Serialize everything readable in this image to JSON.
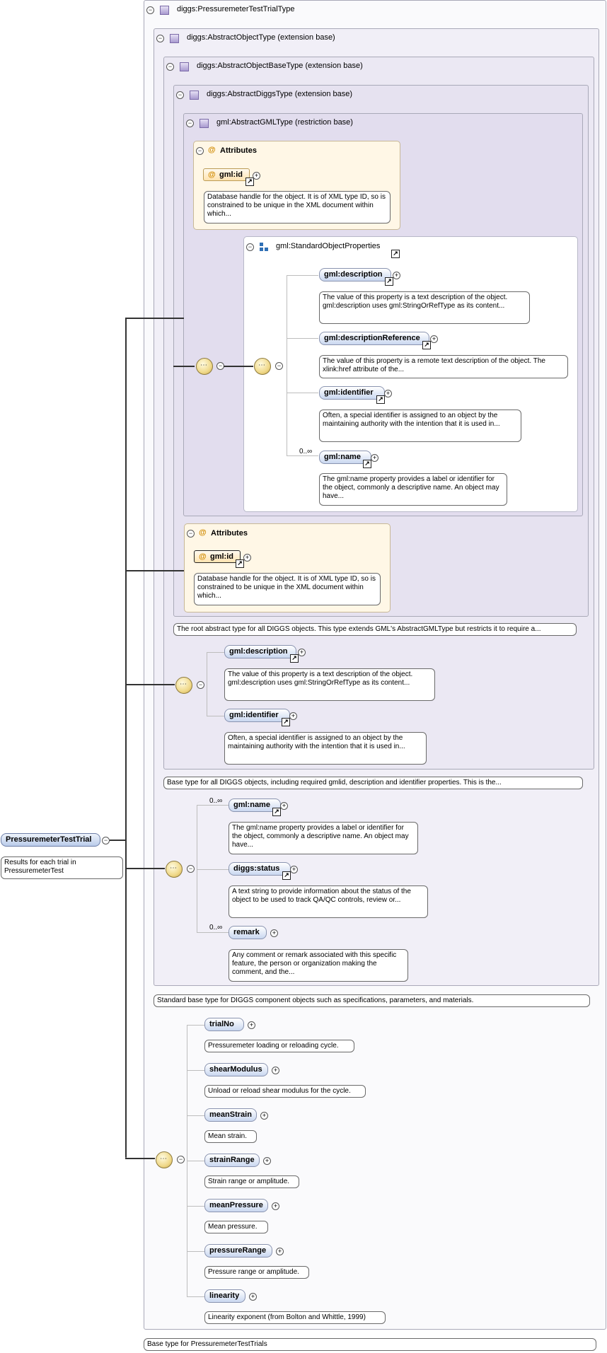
{
  "root": {
    "name": "PressuremeterTestTrial",
    "doc": "Results for each trial in PressuremeterTest"
  },
  "types": {
    "trialType": "diggs:PressuremeterTestTrialType",
    "abstractObject": "diggs:AbstractObjectType (extension base)",
    "abstractObjectBase": "diggs:AbstractObjectBaseType (extension base)",
    "abstractDiggs": "diggs:AbstractDiggsType (extension base)",
    "abstractGML": "gml:AbstractGMLType (restriction base)"
  },
  "attributes_label": "Attributes",
  "gml_attr1": {
    "name": "gml:id",
    "doc": "Database handle for the object. It is of XML type ID, so is constrained to be unique in the XML document within which..."
  },
  "standardProps": {
    "title": "gml:StandardObjectProperties",
    "items": [
      {
        "name": "gml:description",
        "doc": "The value of this property is a text description of the object. gml:description uses gml:StringOrRefType as its content..."
      },
      {
        "name": "gml:descriptionReference",
        "doc": "The value of this property is a remote text description of the object. The xlink:href attribute of the..."
      },
      {
        "name": "gml:identifier",
        "doc": "Often, a special identifier is assigned to an object by the maintaining authority with the intention that it is used in..."
      },
      {
        "name": "gml:name",
        "card": "0..∞",
        "doc": "The gml:name property provides a label or identifier for the object, commonly a descriptive name. An object may have..."
      }
    ]
  },
  "gml_attr2": {
    "name": "gml:id",
    "doc": "Database handle for the object. It is of XML type ID, so is constrained to be unique in the XML document within which..."
  },
  "diggsDoc": "The root abstract type for all DIGGS objects. This type extends GML's AbstractGMLType but restricts it to require a...",
  "baseSeq": [
    {
      "name": "gml:description",
      "doc": "The value of this property is a text description of the object. gml:description uses gml:StringOrRefType as its content..."
    },
    {
      "name": "gml:identifier",
      "doc": "Often, a special identifier is assigned to an object by the maintaining authority with the intention that it is used in..."
    }
  ],
  "baseDoc": "Base type for all DIGGS objects, including required gmlid, description and identifier properties. This is the...",
  "objSeq": [
    {
      "name": "gml:name",
      "card": "0..∞",
      "doc": "The gml:name property provides a label or identifier for the object, commonly a descriptive name. An object may have..."
    },
    {
      "name": "diggs:status",
      "doc": "A text string to provide information about the status of the object to be used to track QA/QC controls, review or..."
    },
    {
      "name": "remark",
      "card": "0..∞",
      "doc": "Any comment or remark associated with this specific feature, the person or organization making the comment, and the..."
    }
  ],
  "objDoc": "Standard base type for DIGGS component objects such as specifications, parameters, and materials.",
  "trialSeq": [
    {
      "name": "trialNo",
      "doc": "Pressuremeter loading or reloading cycle."
    },
    {
      "name": "shearModulus",
      "doc": "Unload or reload shear modulus for the cycle."
    },
    {
      "name": "meanStrain",
      "doc": "Mean strain."
    },
    {
      "name": "strainRange",
      "doc": "Strain range or amplitude."
    },
    {
      "name": "meanPressure",
      "doc": "Mean pressure."
    },
    {
      "name": "pressureRange",
      "doc": "Pressure range or amplitude."
    },
    {
      "name": "linearity",
      "doc": "Linearity exponent (from Bolton and Whittle, 1999)"
    }
  ],
  "trialDoc": "Base type for PressuremeterTestTrials",
  "icons": {
    "collapse": "minus-circle-icon",
    "expand": "plus-circle-icon",
    "link": "arrow-link-icon",
    "sequence": "sequence-icon",
    "type": "complex-type-icon",
    "group": "group-icon"
  },
  "colors": {
    "element": "#c9d7f0",
    "attribute": "#ffe3b0",
    "sequence": "#f0d98a",
    "typeBox": "#e6e2f0"
  }
}
